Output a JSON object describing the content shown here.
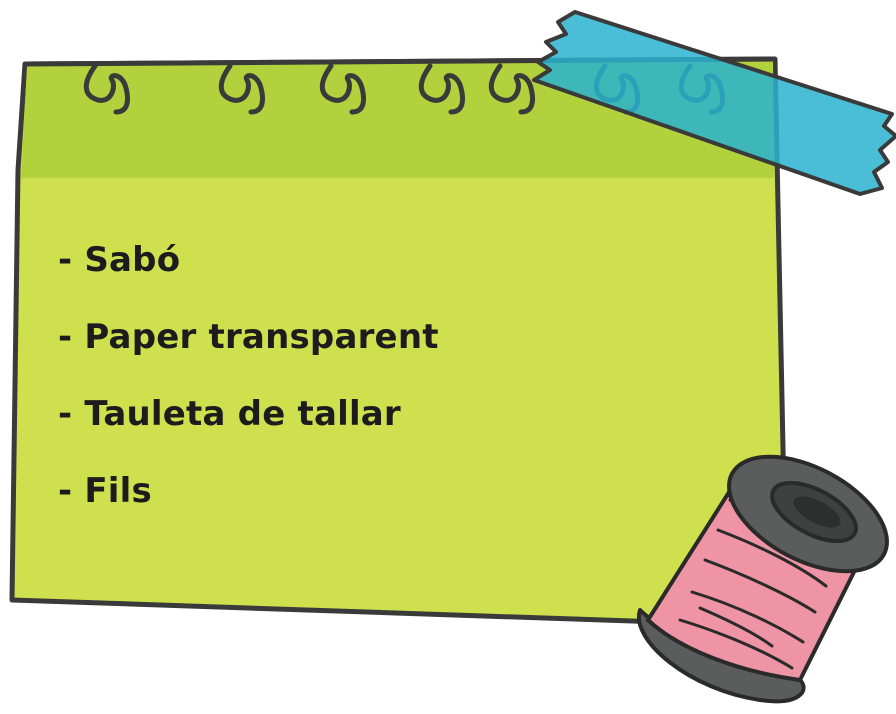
{
  "note": {
    "items": [
      "- Sabó",
      "- Paper transparent",
      "- Tauleta de tallar",
      "- Fils"
    ]
  },
  "icons": [
    "notepad-icon",
    "tape-icon",
    "thread-spool-icon"
  ],
  "colors": {
    "paper_light": "#cfe04e",
    "paper_band": "#b2d13d",
    "outline": "#3a3a3a",
    "tape": "#29b3cf",
    "thread": "#ee94a4",
    "spool": "#5a5d5c"
  }
}
